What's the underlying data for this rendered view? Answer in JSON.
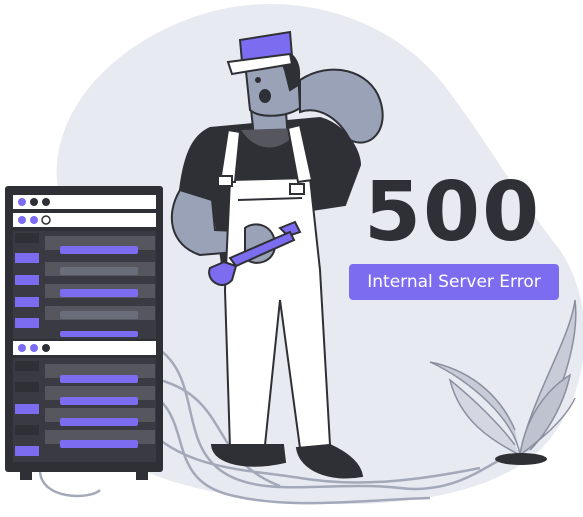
{
  "error": {
    "code": "500",
    "message": "Internal Server Error"
  },
  "illustration": {
    "subject": "worker-scratching-head-holding-wrench",
    "icons": [
      "server-rack-icon",
      "wrench-icon",
      "cap-icon",
      "wilted-plant-icon",
      "cable-icon"
    ]
  },
  "colors": {
    "accent": "#7b6cf0",
    "dark": "#2f3035",
    "background_blob": "#e8eaf1",
    "skin": "#9aa2b8",
    "cable": "#a4a9b9"
  }
}
